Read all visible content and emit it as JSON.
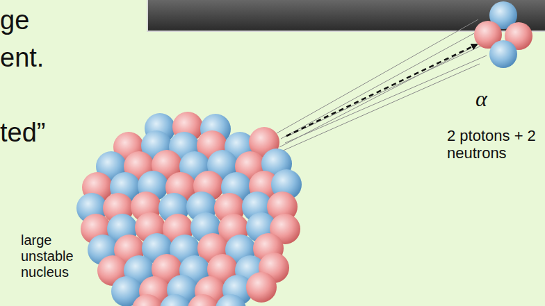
{
  "diagram": {
    "labels": [
      "ge",
      "ent.",
      "ted”",
      "α",
      "2 ptotons + 2 neutrons",
      "large unstable nucleus"
    ]
  }
}
